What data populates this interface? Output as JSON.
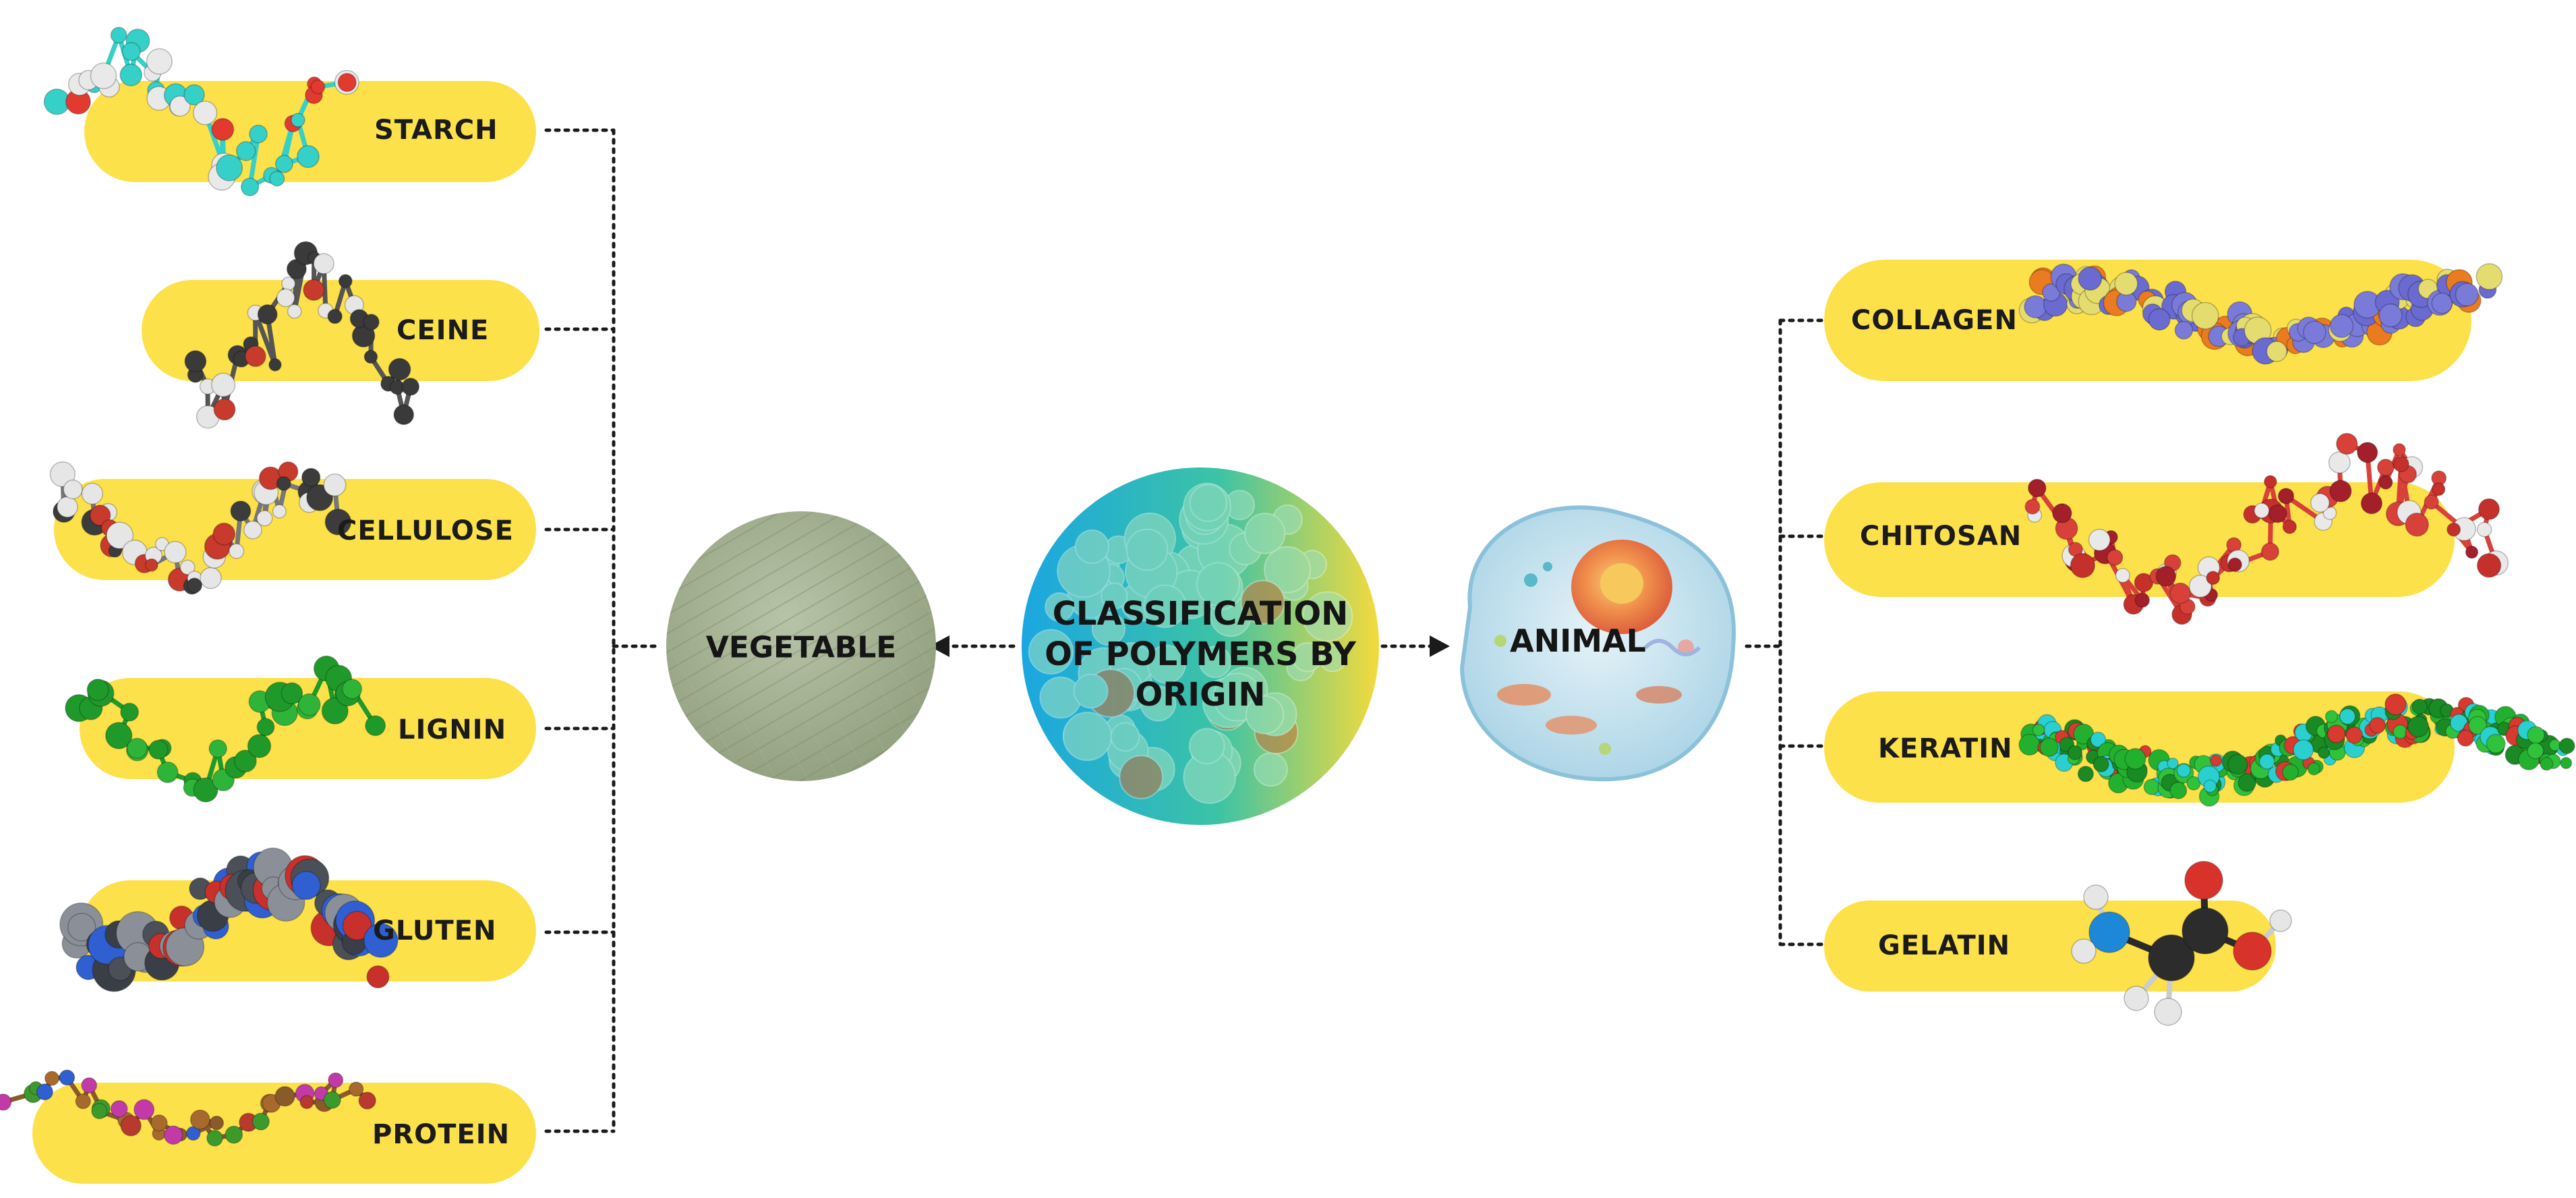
{
  "center": {
    "lines": [
      "CLASSIFICATION",
      "OF POLYMERS BY",
      "ORIGIN"
    ]
  },
  "vegetable": {
    "label": "VEGETABLE",
    "items": [
      "STARCH",
      "CEINE",
      "CELLULOSE",
      "LIGNIN",
      "GLUTEN",
      "PROTEIN"
    ]
  },
  "animal": {
    "label": "ANIMAL",
    "items": [
      "COLLAGEN",
      "CHITOSAN",
      "KERATIN",
      "GELATIN"
    ]
  },
  "colors": {
    "pill": "#fde14a",
    "connector": "#1a1a1a",
    "center_gradient": [
      "#1aa7e0",
      "#35c3a8",
      "#f4da3c"
    ],
    "vegetable_fill": "#9fae8d",
    "animal_fill": "#c4e1ee"
  }
}
